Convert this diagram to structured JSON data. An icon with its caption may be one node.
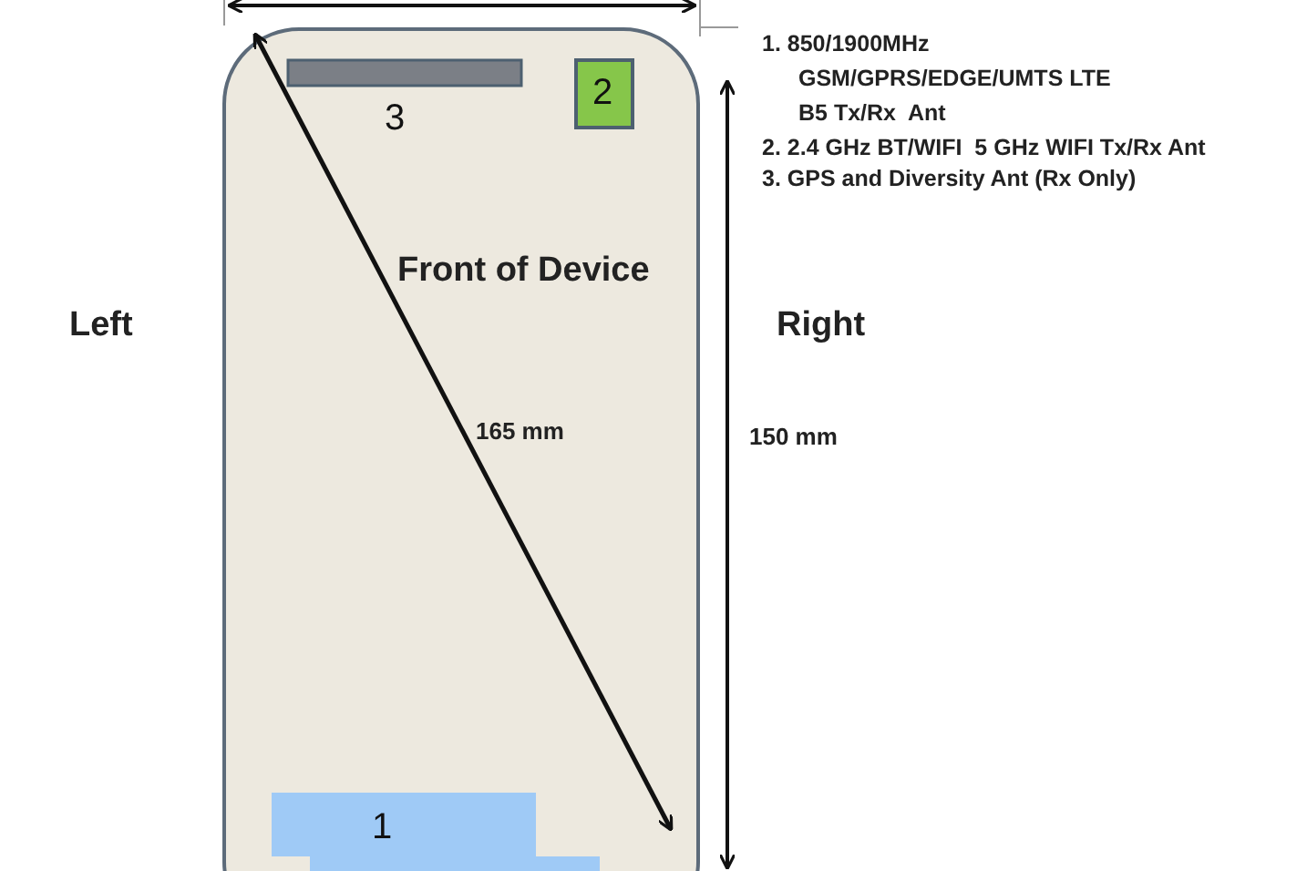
{
  "diagram": {
    "nodes": [
      {
        "text": [
          "Front of Device"
        ]
      },
      {
        "text": [
          "3"
        ],
        "in": 0
      },
      {
        "text": [
          "2"
        ],
        "in": 0
      },
      {
        "text": [
          "1"
        ],
        "in": 0
      }
    ],
    "labels": [
      "Left",
      "Right",
      "165 mm",
      "150 mm",
      "1. 850/1900MHz GSM/GPRS/EDGE/UMTS LTE B5 Tx/Rx  Ant",
      "2. 2.4 GHz BT/WIFI  5 GHz WIFI Tx/Rx Ant",
      "3. GPS and Diversity Ant (Rx Only)"
    ]
  }
}
